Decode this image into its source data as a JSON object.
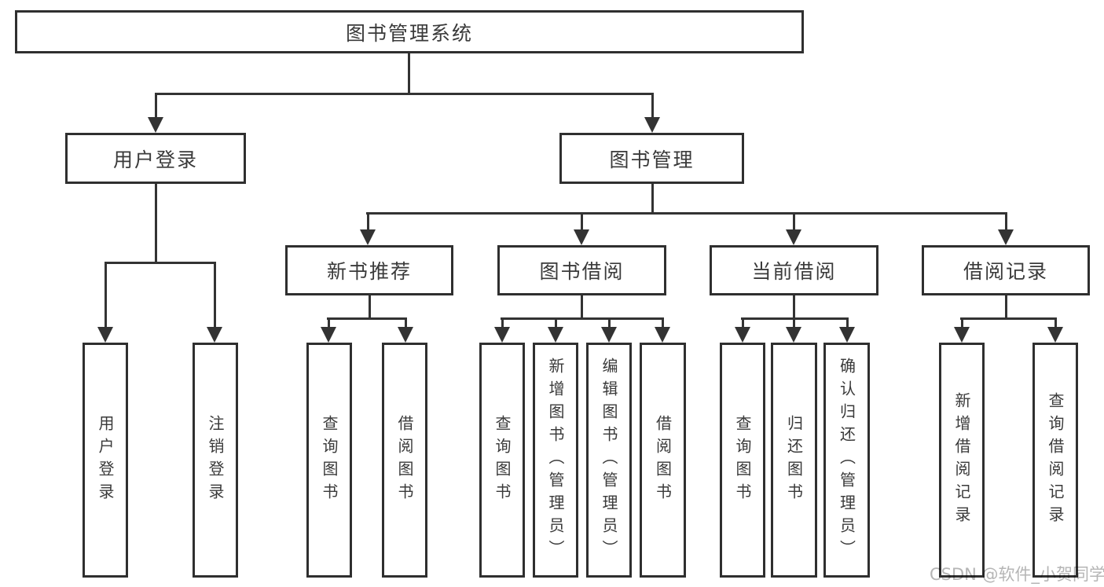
{
  "diagram": {
    "root": {
      "label": "图书管理系统"
    },
    "branches": [
      {
        "label": "用户登录",
        "children": [
          {
            "label": "用户登录"
          },
          {
            "label": "注销登录"
          }
        ]
      },
      {
        "label": "图书管理",
        "children": [
          {
            "label": "新书推荐",
            "children": [
              {
                "label": "查询图书"
              },
              {
                "label": "借阅图书"
              }
            ]
          },
          {
            "label": "图书借阅",
            "children": [
              {
                "label": "查询图书"
              },
              {
                "label": "新增图书（管理员）"
              },
              {
                "label": "编辑图书（管理员）"
              },
              {
                "label": "借阅图书"
              }
            ]
          },
          {
            "label": "当前借阅",
            "children": [
              {
                "label": "查询图书"
              },
              {
                "label": "归还图书"
              },
              {
                "label": "确认归还（管理员）"
              }
            ]
          },
          {
            "label": "借阅记录",
            "children": [
              {
                "label": "新增借阅记录"
              },
              {
                "label": "查询借阅记录"
              }
            ]
          }
        ]
      }
    ]
  },
  "watermark": {
    "text": "CSDN @软件_小贺同学"
  },
  "colors": {
    "background": "#ffffff",
    "box_border": "#2f2f2f",
    "line": "#333333",
    "text": "#3a3a3a",
    "watermark": "#b5b5b5"
  }
}
